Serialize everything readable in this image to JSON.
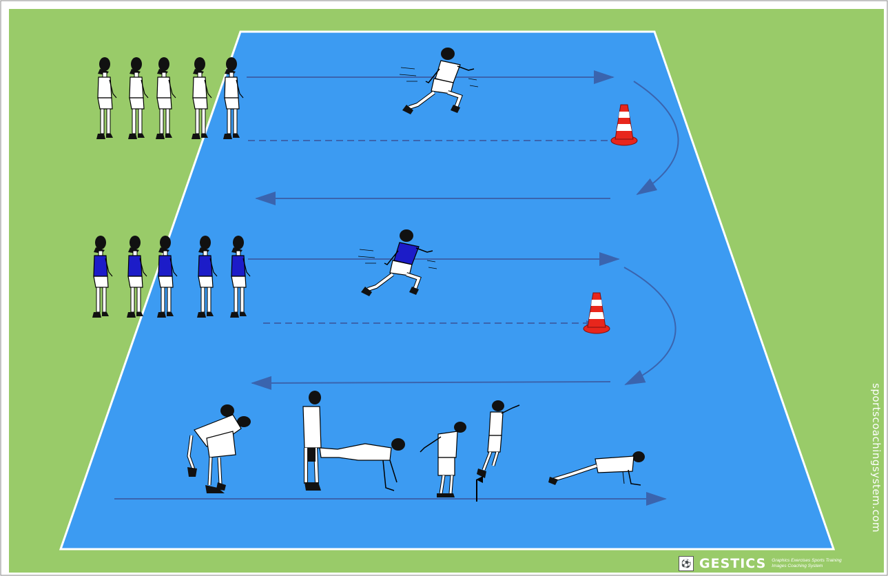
{
  "watermark": "sportscoachingsystem.com",
  "brand": {
    "name": "GESTICS",
    "tagline_1": "Graphics Exercises Sports Training",
    "tagline_2": "Images Coaching System"
  },
  "colors": {
    "grass": "#99CB69",
    "pitch": "#3C9BF2",
    "line": "#FFFFFF",
    "arrow": "#3A64AE",
    "team_white": "#FFFFFF",
    "team_blue": "#1C1CC8",
    "cone": "#E8261C"
  },
  "icons": [
    "player-white",
    "player-blue",
    "training-cone",
    "direction-arrow"
  ]
}
